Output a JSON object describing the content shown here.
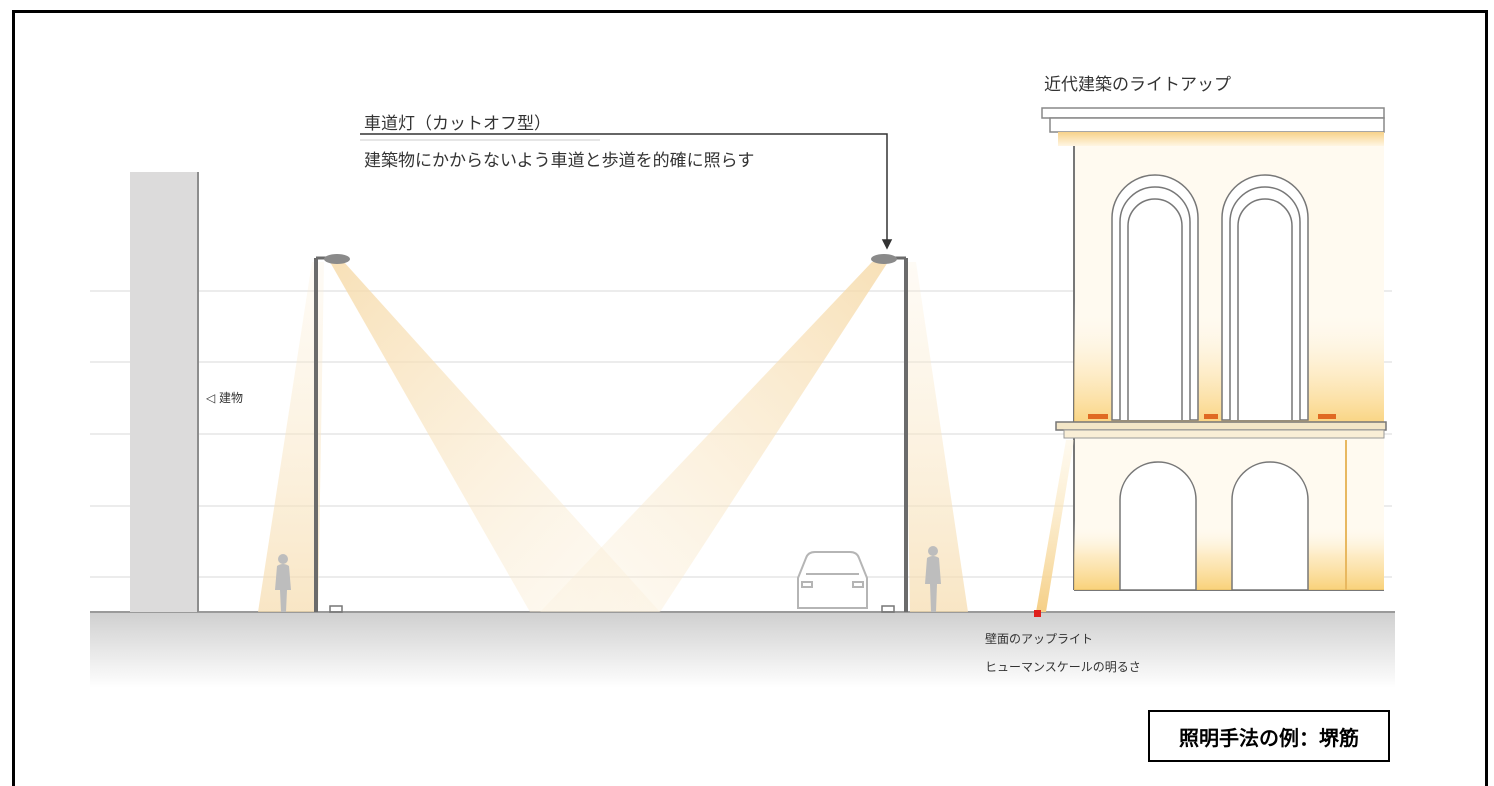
{
  "labels": {
    "road_light_title": "車道灯（カットオフ型）",
    "road_light_desc": "建築物にかからないよう車道と歩道を的確に照らす",
    "modern_lightup": "近代建築のライトアップ",
    "building": "◁ 建物",
    "wall_uplight": "壁面のアップライト",
    "human_scale": "ヒューマンスケールの明るさ"
  },
  "title_box": "照明手法の例：堺筋",
  "colors": {
    "light_cone": "#f7ddb0",
    "wall_glow": "#fbd98a",
    "building_gray": "#dcdbdb",
    "ground": "#d9d9d9",
    "uplight_dot": "#e0201c"
  }
}
